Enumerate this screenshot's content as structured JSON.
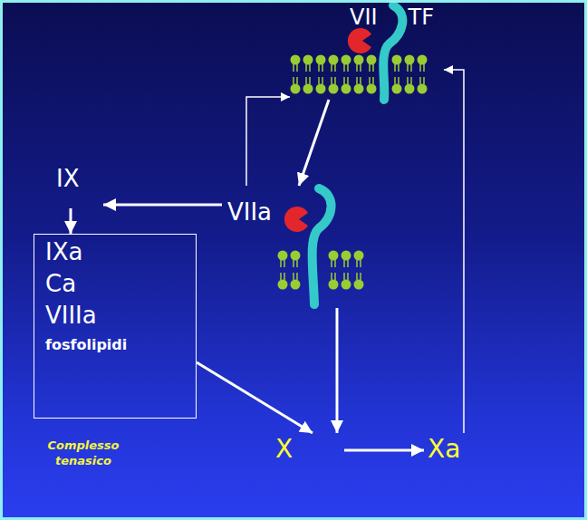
{
  "diagram": {
    "nodes": [
      {
        "text": [
          "VII",
          "TF"
        ]
      },
      {
        "text": [
          "IX"
        ]
      },
      {
        "text": [
          "VIIa"
        ]
      },
      {
        "text": [
          "IXa",
          "Ca",
          "VIIIa",
          "fosfolipidi"
        ]
      },
      {
        "text": [
          "X"
        ]
      },
      {
        "text": [
          "Xa"
        ]
      }
    ],
    "edges": [
      {
        "from": 0,
        "to": 2,
        "arrow": "to"
      },
      {
        "from": 2,
        "to": 0,
        "arrow": "to"
      },
      {
        "from": 5,
        "to": 0,
        "arrow": "to"
      },
      {
        "from": 2,
        "to": 1,
        "arrow": "to"
      },
      {
        "from": 1,
        "to": 3,
        "arrow": "to"
      },
      {
        "from": 3,
        "to": 4,
        "arrow": "to"
      },
      {
        "from": 2,
        "to": 4,
        "arrow": "to"
      },
      {
        "from": 4,
        "to": 5,
        "arrow": "to"
      }
    ],
    "labels": [
      "Complesso tenasico"
    ]
  }
}
